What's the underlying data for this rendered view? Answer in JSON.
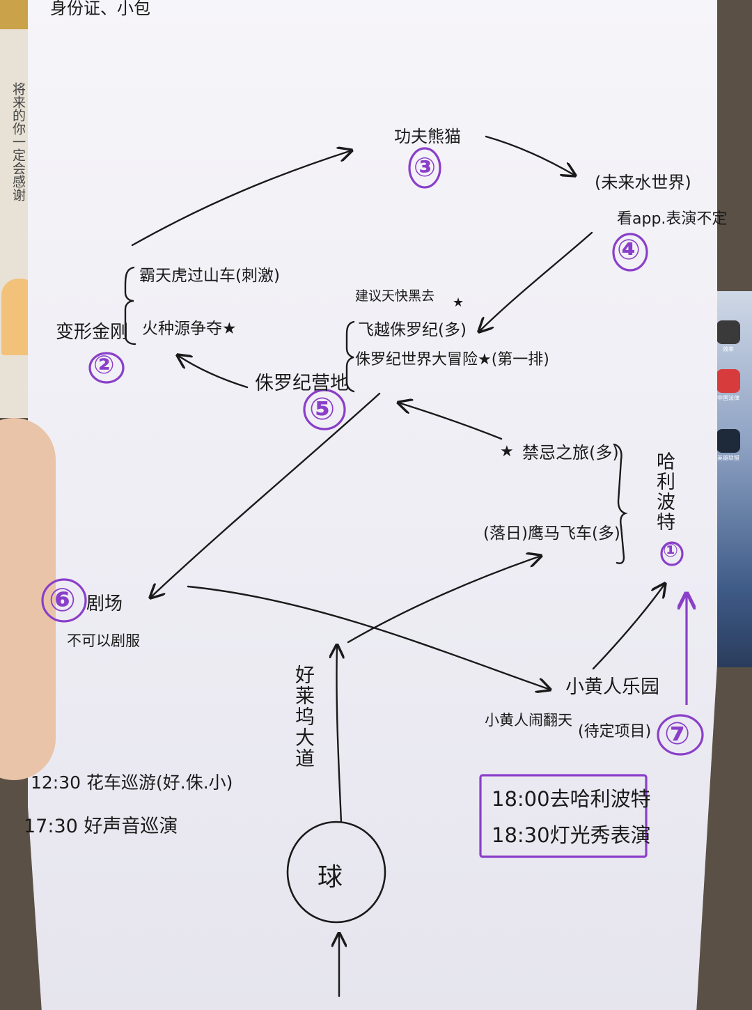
{
  "top_note": "身份证、小包",
  "frame_text": "将来的你一定会感谢",
  "tablet_apps": [
    {
      "label": "效率",
      "color": "#3a3a3a"
    },
    {
      "label": "中国法律",
      "color": "#d83b3b"
    },
    {
      "label": "英雄联盟",
      "color": "#1e2a3a"
    }
  ],
  "nodes": [
    {
      "num": "①",
      "name": "哈利波特",
      "rides": [
        "禁忌之旅(多)",
        "(落日)鹰马飞车(多)"
      ]
    },
    {
      "num": "②",
      "name": "变形金刚",
      "rides": [
        "霸天虎过山车(刺激)",
        "火种源争夺★"
      ]
    },
    {
      "num": "③",
      "name": "功夫熊猫"
    },
    {
      "num": "④",
      "name": "(未来水世界)",
      "note": "看app.表演不定"
    },
    {
      "num": "⑤",
      "name": "侏罗纪营地",
      "tip": "建议天快黑去",
      "rides": [
        "飞越侏罗纪(多)",
        "侏罗纪世界大冒险★(第一排)"
      ]
    },
    {
      "num": "⑥",
      "name": "剧场",
      "note": "不可以剧服"
    },
    {
      "num": "⑦",
      "name": "小黄人乐园",
      "note": "小黄人闹翻天",
      "note2": "(待定项目)"
    }
  ],
  "avenue": "好莱坞大道",
  "globe": "球",
  "schedule_left": [
    "12:30 花车巡游(好.侏.小)",
    "17:30 好声音巡演"
  ],
  "schedule_box": [
    "18:00去哈利波特",
    "18:30灯光秀表演"
  ],
  "colors": {
    "ink": "#1a1a1a",
    "purple": "#8a3fc9",
    "paper": "#f4f3f8"
  }
}
